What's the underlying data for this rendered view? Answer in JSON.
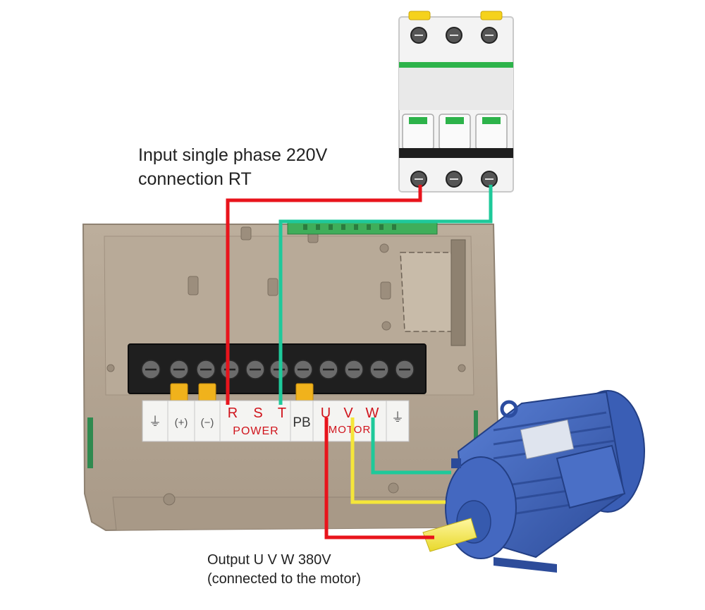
{
  "captions": {
    "input_line1": "Input single phase 220V",
    "input_line2": "connection RT",
    "output_line1": "Output U V W 380V",
    "output_line2": "(connected to the motor)"
  },
  "terminal_strip": {
    "ground_symbol": "⏚",
    "plus": "(+)",
    "minus": "(−)",
    "r": "R",
    "s": "S",
    "t": "T",
    "pb": "PB",
    "u": "U",
    "v": "V",
    "w": "W",
    "power_label": "POWER",
    "motor_label": "MOTOR"
  },
  "colors": {
    "wire_r": "#e8141c",
    "wire_t": "#1ec99a",
    "wire_u": "#e8141c",
    "wire_v": "#f5e63a",
    "wire_w": "#1ec99a",
    "housing": "#b3a594",
    "motor": "#3d62b8",
    "breaker": "#f2f2f2",
    "label_text": "#d0141c"
  }
}
